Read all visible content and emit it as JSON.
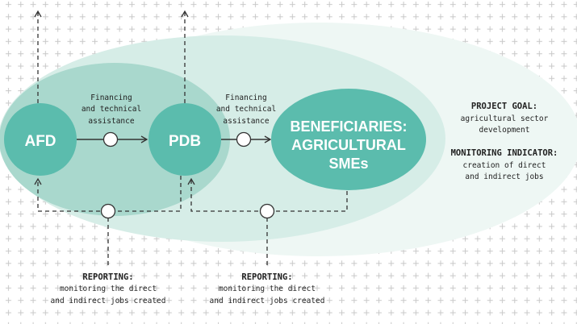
{
  "colors": {
    "inner": "#a9d8cd",
    "middle": "#d6ede7",
    "outer": "#eef7f4",
    "node": "#5bbcad",
    "grid": "#c8c8c8"
  },
  "nodes": {
    "afd": "AFD",
    "pdb": "PDB",
    "beneficiaries": [
      "BENEFICIARIES:",
      "AGRICULTURAL",
      "SMEs"
    ]
  },
  "flows": {
    "afd_to_pdb": [
      "Financing",
      "and technical",
      "assistance"
    ],
    "pdb_to_beneficiaries": [
      "Financing",
      "and technical",
      "assistance"
    ]
  },
  "reporting": [
    {
      "title": "REPORTING:",
      "lines": [
        "monitoring the direct",
        "and indirect jobs created"
      ]
    },
    {
      "title": "REPORTING:",
      "lines": [
        "monitoring the direct",
        "and indirect jobs created"
      ]
    }
  ],
  "goal": {
    "title": "PROJECT GOAL:",
    "lines": [
      "agricultural sector",
      "development"
    ]
  },
  "indicator": {
    "title": "MONITORING INDICATOR:",
    "lines": [
      "creation of direct",
      "and indirect jobs"
    ]
  }
}
